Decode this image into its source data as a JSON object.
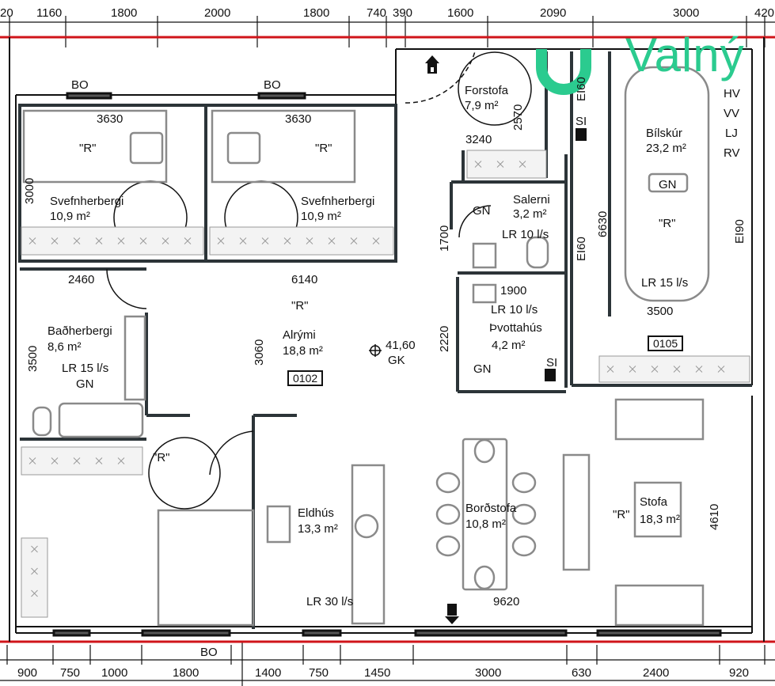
{
  "logo": {
    "text": "Valný",
    "color": "#2bcb8f"
  },
  "colors": {
    "grid_line": "#d0141a",
    "wall": "#2c3438",
    "furniture": "#8a8a8a"
  },
  "top_dimensions": [
    "20",
    "1160",
    "1800",
    "2000",
    "1800",
    "740",
    "390",
    "1600",
    "2090",
    "3000",
    "420"
  ],
  "bottom_dimensions": [
    "900",
    "750",
    "1000",
    "1800",
    "1400",
    "750",
    "1450",
    "3000",
    "630",
    "2400",
    "920"
  ],
  "window_labels": {
    "bo_top_left": "BO",
    "bo_top_right": "BO",
    "bo_bottom": "BO"
  },
  "rooms": {
    "bedroom1": {
      "name": "Svefnherbergi",
      "area": "10,9 m²",
      "width": "3630",
      "depth": "3000",
      "mark": "\"R\""
    },
    "bedroom2": {
      "name": "Svefnherbergi",
      "area": "10,9 m²",
      "width": "3630",
      "mark": "\"R\""
    },
    "bathroom": {
      "name": "Baðherbergi",
      "area": "8,6 m²",
      "vent": "LR 15 l/s",
      "drain": "GN",
      "depth": "3500",
      "width": "2460"
    },
    "living_hall": {
      "name": "Alrými",
      "area": "18,8 m²",
      "mark": "\"R\"",
      "id": "0102",
      "depth": "3060",
      "width": "6140",
      "elevation": "41,60",
      "elevation_label": "GK"
    },
    "entry": {
      "name": "Forstofa",
      "area": "7,9 m²",
      "depth": "2570",
      "width": "3240",
      "fire": "EI60"
    },
    "garage": {
      "name": "Bílskúr",
      "area": "23,2 m²",
      "drain": "GN",
      "mark": "\"R\"",
      "vent": "LR 15 l/s",
      "width": "3500",
      "depth": "6630",
      "id": "0105",
      "fire_left": "EI60",
      "fire_right": "EI90",
      "utilities": [
        "HV",
        "VV",
        "LJ",
        "RV"
      ],
      "cabinet": "SI"
    },
    "toilet": {
      "name": "Salerni",
      "area": "3,2 m²",
      "vent": "LR 10 l/s",
      "drain": "GN",
      "depth": "1700",
      "cabinet": "SI"
    },
    "laundry": {
      "name": "Þvottahús",
      "area": "4,2 m²",
      "vent": "LR 10 l/s",
      "drain": "GN",
      "width": "1900",
      "depth": "2220",
      "cabinet": "SI"
    },
    "master": {
      "mark": "\"R\""
    },
    "kitchen": {
      "name": "Eldhús",
      "area": "13,3 m²",
      "vent": "LR 30 l/s"
    },
    "dining": {
      "name": "Borðstofa",
      "area": "10,8 m²",
      "width": "9620"
    },
    "living": {
      "name": "Stofa",
      "area": "18,3 m²",
      "mark": "\"R\"",
      "depth": "4610"
    }
  }
}
